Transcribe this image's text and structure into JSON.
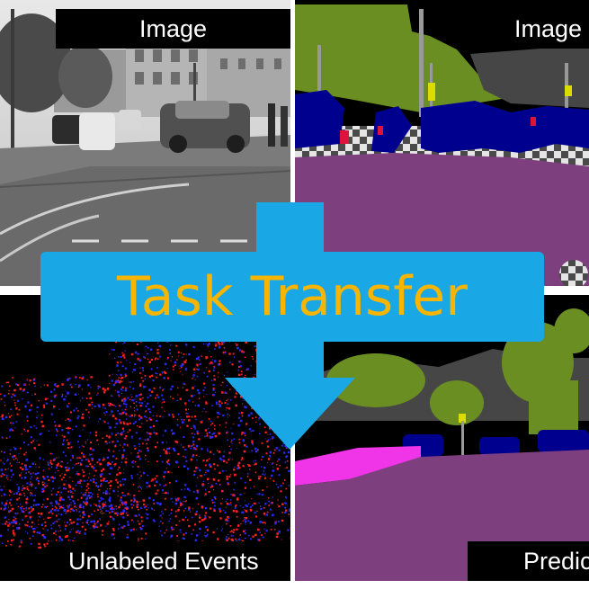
{
  "panels": {
    "top_left": {
      "label": "Image"
    },
    "top_right": {
      "label": "Image"
    },
    "bottom_left": {
      "label": "Unlabeled Events"
    },
    "bottom_right": {
      "label": "Predic"
    }
  },
  "banner": {
    "text": "Task Transfer"
  },
  "colors": {
    "banner_bg": "#1aa7e6",
    "banner_text": "#f7b500",
    "arrow": "#1aa7e6",
    "seg_road": "#7e3f7f",
    "seg_vegetation": "#6b8e23",
    "seg_car": "#00008e",
    "seg_building": "#464646",
    "seg_sidewalk": "#f035e8",
    "event_red": "#ff2020",
    "event_blue": "#2a2aff"
  }
}
